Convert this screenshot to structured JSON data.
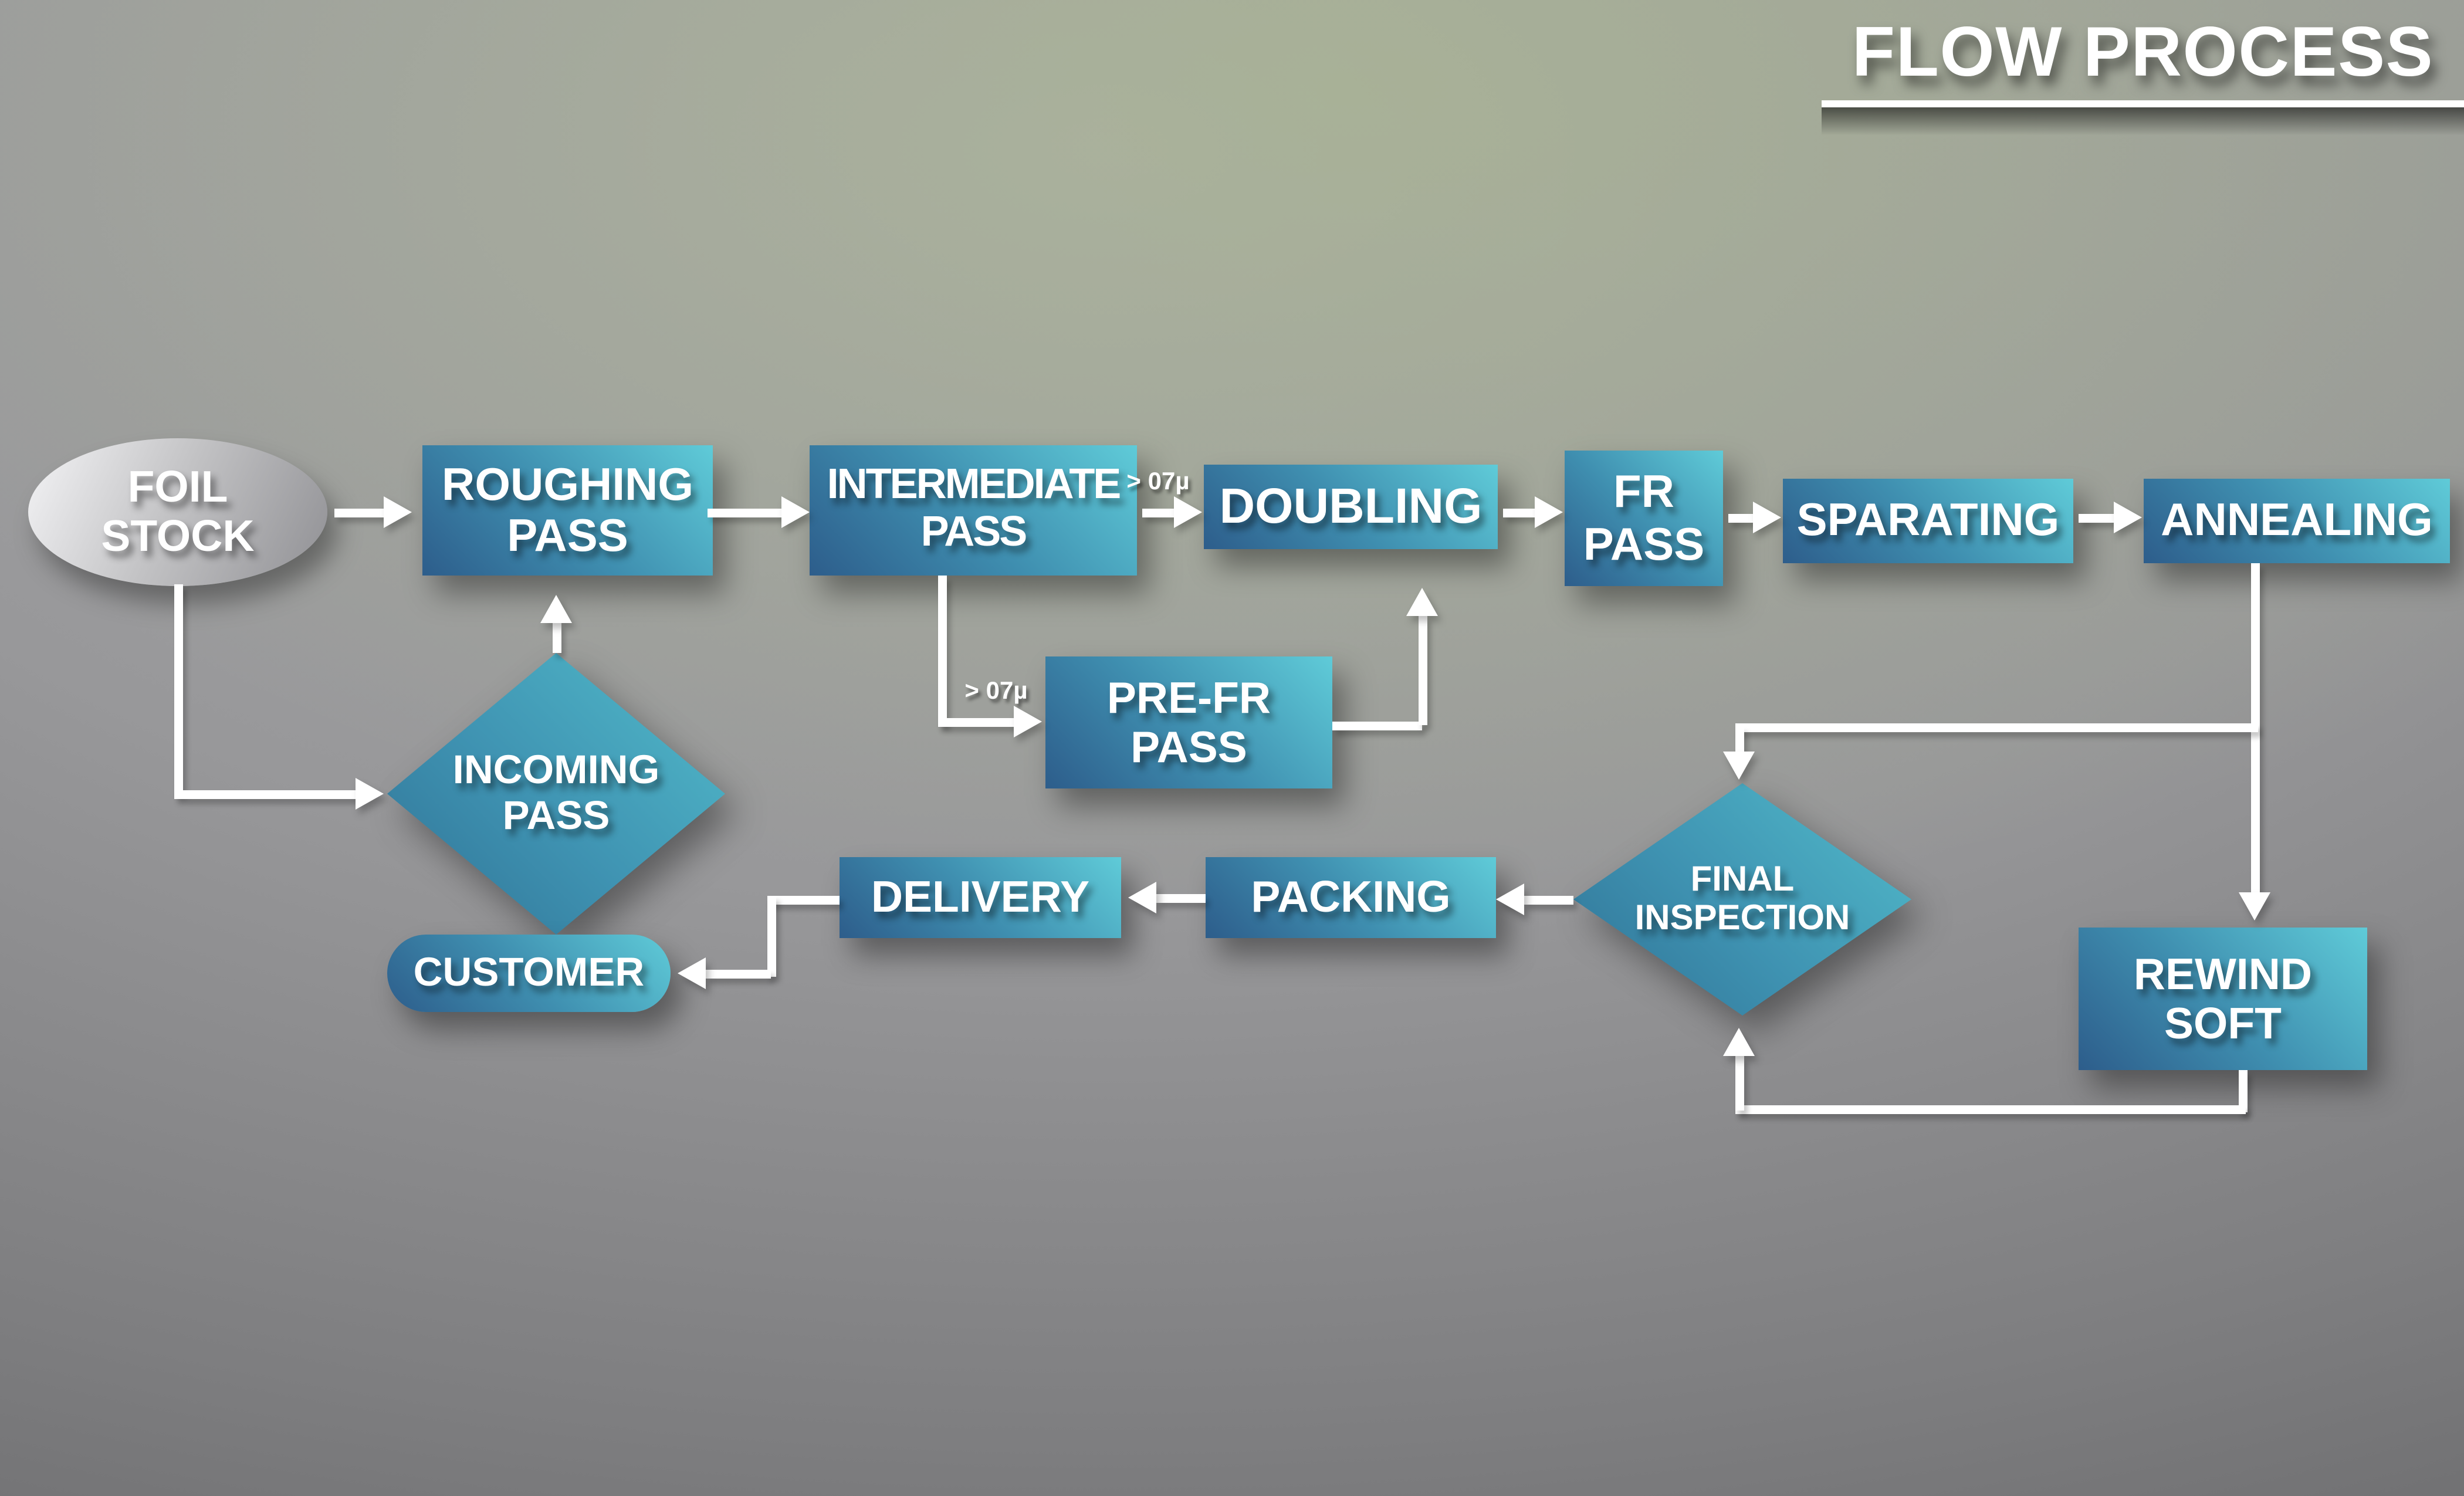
{
  "title": "FLOW PROCESS",
  "nodes": {
    "foil_stock": {
      "label": "FOIL\nSTOCK",
      "shape": "ellipse"
    },
    "roughing_pass": {
      "label": "ROUGHING\nPASS",
      "shape": "rect"
    },
    "intermediate_pass": {
      "label": "INTERMEDIATE\nPASS",
      "shape": "rect"
    },
    "doubling": {
      "label": "DOUBLING",
      "shape": "rect"
    },
    "fr_pass": {
      "label": "FR\nPASS",
      "shape": "rect"
    },
    "sparating": {
      "label": "SPARATING",
      "shape": "rect"
    },
    "annealing": {
      "label": "ANNEALING",
      "shape": "rect"
    },
    "incoming_pass": {
      "label": "INCOMING\nPASS",
      "shape": "diamond"
    },
    "pre_fr_pass": {
      "label": "PRE-FR\nPASS",
      "shape": "rect"
    },
    "final_inspection": {
      "label": "FINAL\nINSPECTION",
      "shape": "diamond"
    },
    "rewind_soft": {
      "label": "REWIND\nSOFT",
      "shape": "rect"
    },
    "packing": {
      "label": "PACKING",
      "shape": "rect"
    },
    "delivery": {
      "label": "DELIVERY",
      "shape": "rect"
    },
    "customer": {
      "label": "CUSTOMER",
      "shape": "terminator"
    }
  },
  "edge_labels": {
    "intermediate_to_doubling": "> 07µ",
    "intermediate_to_pre_fr": "> 07µ"
  },
  "colors": {
    "node_light": "#5fcbd8",
    "node_mid": "#3f8fb0",
    "node_dark": "#2d5d8b",
    "diamond_light": "#52bccb",
    "diamond_dark": "#2f7295",
    "ellipse_light": "#f0f0f2",
    "ellipse_dark": "#909094",
    "arrow": "#ffffff",
    "text": "#ffffff"
  }
}
